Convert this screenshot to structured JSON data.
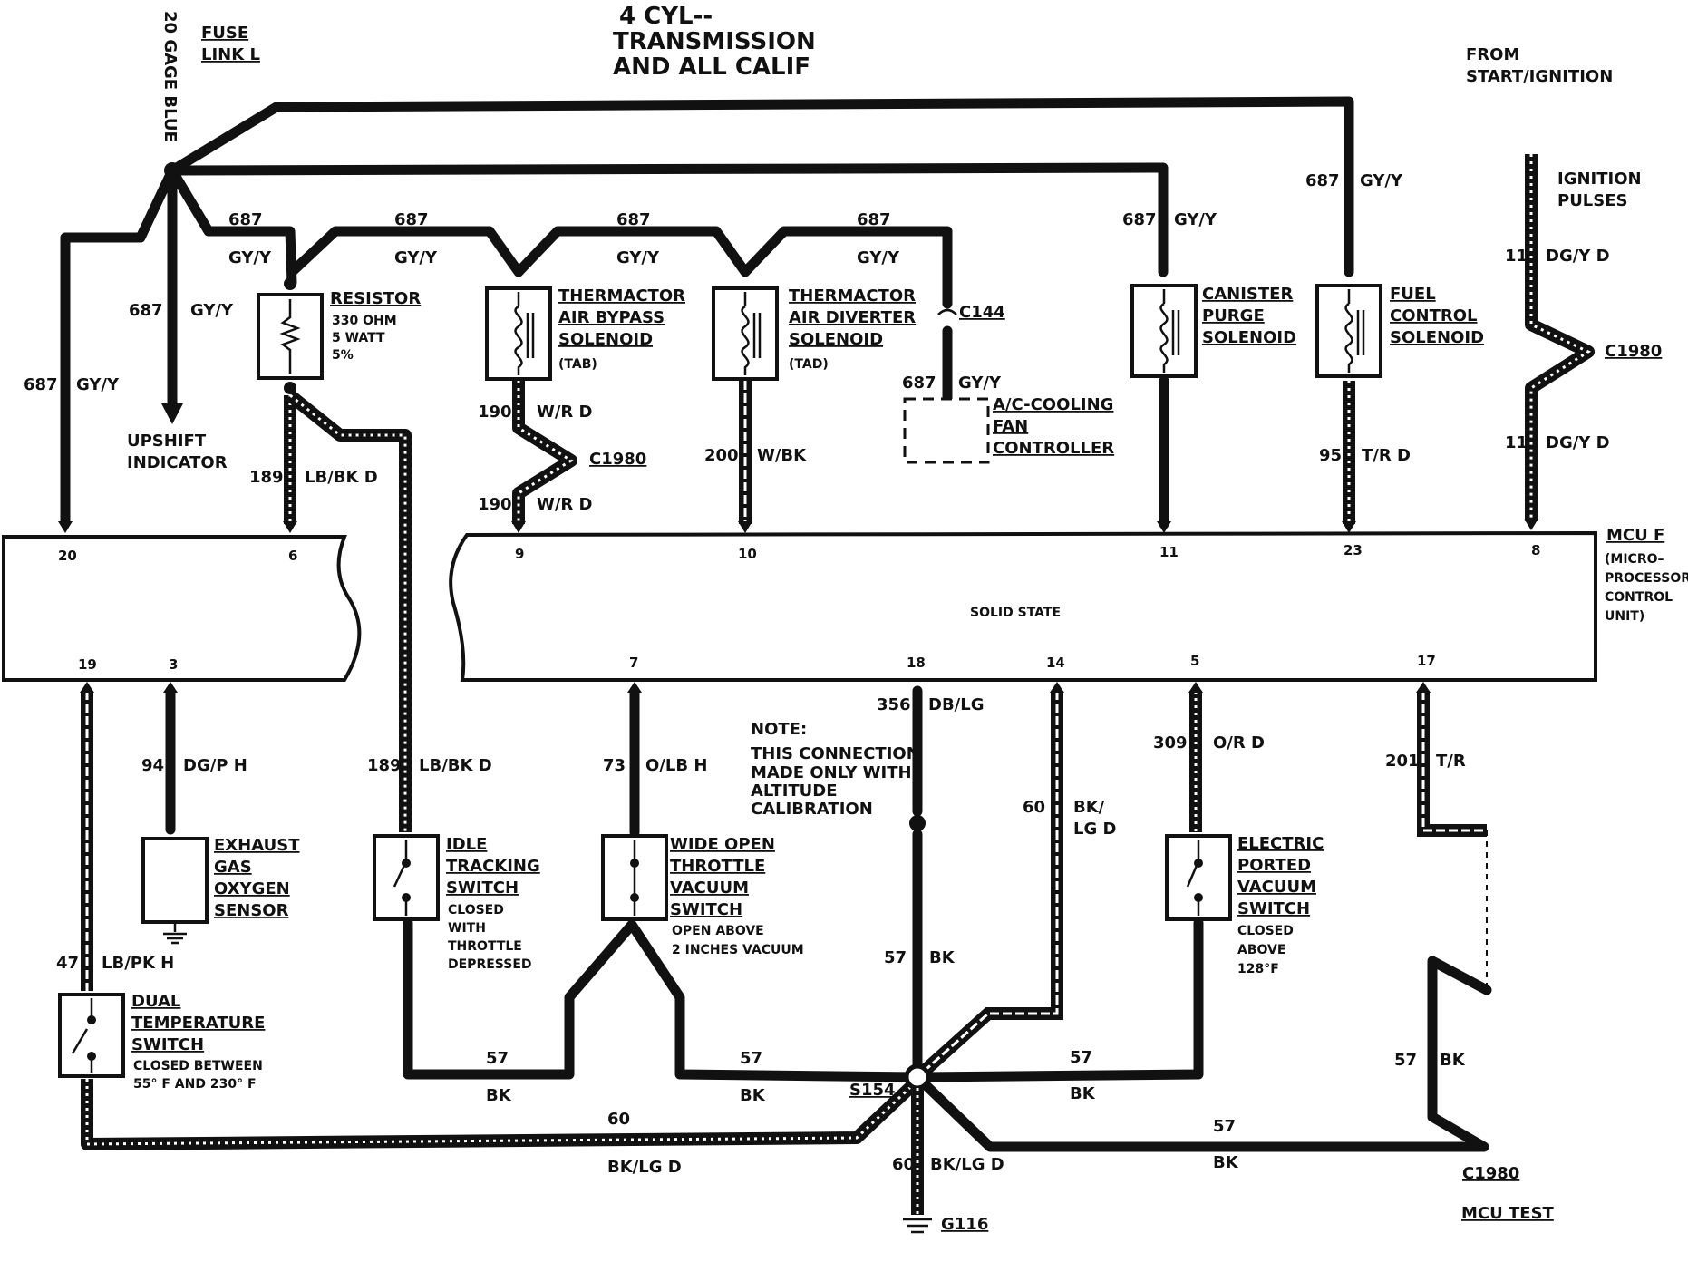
{
  "title": [
    "4 CYL--",
    "TRANSMISSION",
    "AND ALL CALIF"
  ],
  "from_start": [
    "FROM",
    "START/IGNITION"
  ],
  "ignition_pulses": [
    "IGNITION",
    "PULSES"
  ],
  "fuse": {
    "label": [
      "FUSE",
      "LINK L"
    ],
    "gage": "20 GAGE BLUE"
  },
  "upshift": [
    "UPSHIFT",
    "INDICATOR"
  ],
  "wire_687": "687",
  "wire_gyy": "GY/Y",
  "resistor": {
    "name": "RESISTOR",
    "spec": [
      "330 OHM",
      "5 WATT",
      "5%"
    ]
  },
  "tab": {
    "name": [
      "THERMACTOR",
      "AIR BYPASS",
      "SOLENOID"
    ],
    "abbr": "(TAB)"
  },
  "tad": {
    "name": [
      "THERMACTOR",
      "AIR DIVERTER",
      "SOLENOID"
    ],
    "abbr": "(TAD)"
  },
  "c144": "C144",
  "ac_fan": [
    "A/C-COOLING",
    "FAN",
    "CONTROLLER"
  ],
  "canister": [
    "CANISTER",
    "PURGE",
    "SOLENOID"
  ],
  "fuel": [
    "FUEL",
    "CONTROL",
    "SOLENOID"
  ],
  "c1980": "C1980",
  "wires": {
    "w189": "189",
    "lbbkd": "LB/BK D",
    "w190": "190",
    "wrd": "W/R D",
    "w200": "200",
    "wbk": "W/BK",
    "w95": "95",
    "trd": "T/R D",
    "w11": "11",
    "dgyd": "DG/Y D",
    "w94": "94",
    "dgph": "DG/P H",
    "w73": "73",
    "olbh": "O/LB H",
    "w356": "356",
    "dblg": "DB/LG",
    "w60": "60",
    "bklg": [
      "BK/",
      "LG D"
    ],
    "w309": "309",
    "ord": "O/R D",
    "w201": "201",
    "tr": "T/R",
    "w47": "47",
    "lbpkh": "LB/PK H",
    "w57": "57",
    "bk": "BK",
    "bklgd": "BK/LG D"
  },
  "mcu": {
    "name": [
      "MCU F",
      "(MICRO–",
      "PROCESSOR",
      "CONTROL",
      "UNIT)"
    ],
    "center": "SOLID STATE",
    "pins_top": [
      "20",
      "6",
      "9",
      "10",
      "11",
      "23",
      "8"
    ],
    "pins_bottom": [
      "19",
      "3",
      "7",
      "18",
      "14",
      "5",
      "17"
    ]
  },
  "note": [
    "NOTE:",
    "THIS CONNECTION",
    "MADE ONLY WITH",
    "ALTITUDE",
    "CALIBRATION"
  ],
  "ego": [
    "EXHAUST",
    "GAS",
    "OXYGEN",
    "SENSOR"
  ],
  "idle": {
    "name": [
      "IDLE",
      "TRACKING",
      "SWITCH"
    ],
    "desc": [
      "CLOSED",
      "WITH",
      "THROTTLE",
      "DEPRESSED"
    ]
  },
  "wot": {
    "name": [
      "WIDE OPEN",
      "THROTTLE",
      "VACUUM",
      "SWITCH"
    ],
    "desc": [
      "OPEN ABOVE",
      "2 INCHES VACUUM"
    ]
  },
  "epv": {
    "name": [
      "ELECTRIC",
      "PORTED",
      "VACUUM",
      "SWITCH"
    ],
    "desc": [
      "CLOSED",
      "ABOVE",
      "128°F"
    ]
  },
  "dts": {
    "name": [
      "DUAL",
      "TEMPERATURE",
      "SWITCH"
    ],
    "desc": [
      "CLOSED BETWEEN",
      "55° F AND 230° F"
    ]
  },
  "s154": "S154",
  "g116": "G116",
  "mcu_test": "MCU TEST"
}
